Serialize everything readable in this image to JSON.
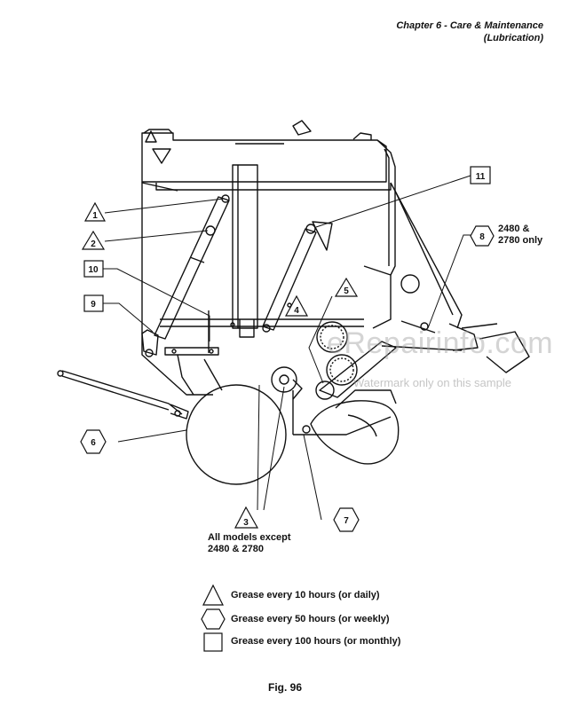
{
  "header": {
    "line1": "Chapter 6 - Care & Maintenance",
    "line2": "(Lubrication)"
  },
  "callouts": {
    "c1": "1",
    "c2": "2",
    "c3": "3",
    "c4": "4",
    "c5": "5",
    "c6": "6",
    "c7": "7",
    "c8": "8",
    "c9": "9",
    "c10": "10",
    "c11": "11"
  },
  "notes": {
    "models_2480_2780_line1": "2480 &",
    "models_2480_2780_line2": "2780 only",
    "all_except_line1": "All models except",
    "all_except_line2": "2480 & 2780"
  },
  "legend": [
    {
      "shape": "triangle-icon",
      "label": "Grease every 10 hours (or daily)"
    },
    {
      "shape": "hexagon-icon",
      "label": "Grease every 50 hours (or weekly)"
    },
    {
      "shape": "square-icon",
      "label": "Grease every 100 hours (or monthly)"
    }
  ],
  "caption": "Fig. 96",
  "watermark": {
    "main": "eRepairinfo.com",
    "sub": "Watermark only on this sample"
  }
}
